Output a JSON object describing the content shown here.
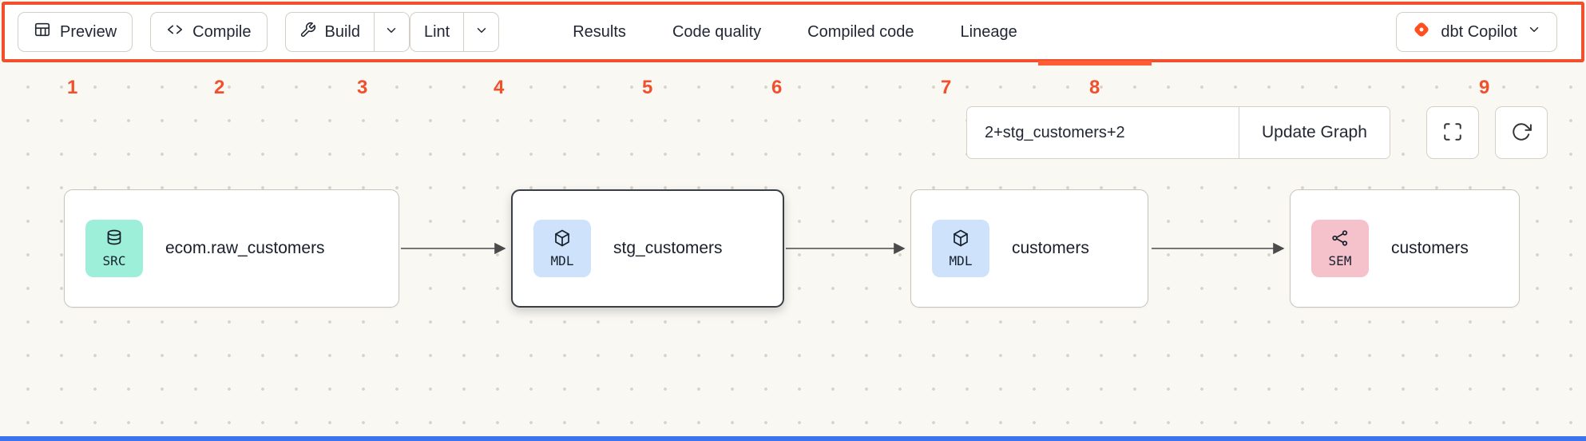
{
  "toolbar": {
    "preview": "Preview",
    "compile": "Compile",
    "build": "Build",
    "lint": "Lint",
    "tabs": [
      "Results",
      "Code quality",
      "Compiled code",
      "Lineage"
    ],
    "active_tab": "Lineage",
    "copilot": "dbt Copilot"
  },
  "annotation": {
    "numbers": [
      "1",
      "2",
      "3",
      "4",
      "5",
      "6",
      "7",
      "8",
      "9"
    ]
  },
  "lineage": {
    "selector": {
      "value": "2+stg_customers+2",
      "update_label": "Update Graph"
    },
    "nodes": [
      {
        "badge": "SRC",
        "title": "ecom.raw_customers",
        "badge_color": "#9defd9",
        "selected": false
      },
      {
        "badge": "MDL",
        "title": "stg_customers",
        "badge_color": "#cfe2fb",
        "selected": true
      },
      {
        "badge": "MDL",
        "title": "customers",
        "badge_color": "#cfe2fb",
        "selected": false
      },
      {
        "badge": "SEM",
        "title": "customers",
        "badge_color": "#f5c1cb",
        "selected": false
      }
    ]
  },
  "colors": {
    "annotation_red": "#f2502c",
    "dbt_orange": "#ff5c35",
    "active_tab_underline": "#ff5c35",
    "bottom_bar_blue": "#3c74ef",
    "canvas_background": "#faf8f3"
  },
  "icons": {
    "preview": "table-icon",
    "compile": "code-icon",
    "build": "wrench-icon",
    "dropdowns": "chevron-down-icon",
    "copilot": "dbt-logo-icon",
    "graph_controls": [
      "fullscreen-icon",
      "refresh-icon"
    ],
    "node_badges": [
      "database-icon",
      "cube-icon",
      "branch-icon"
    ]
  }
}
